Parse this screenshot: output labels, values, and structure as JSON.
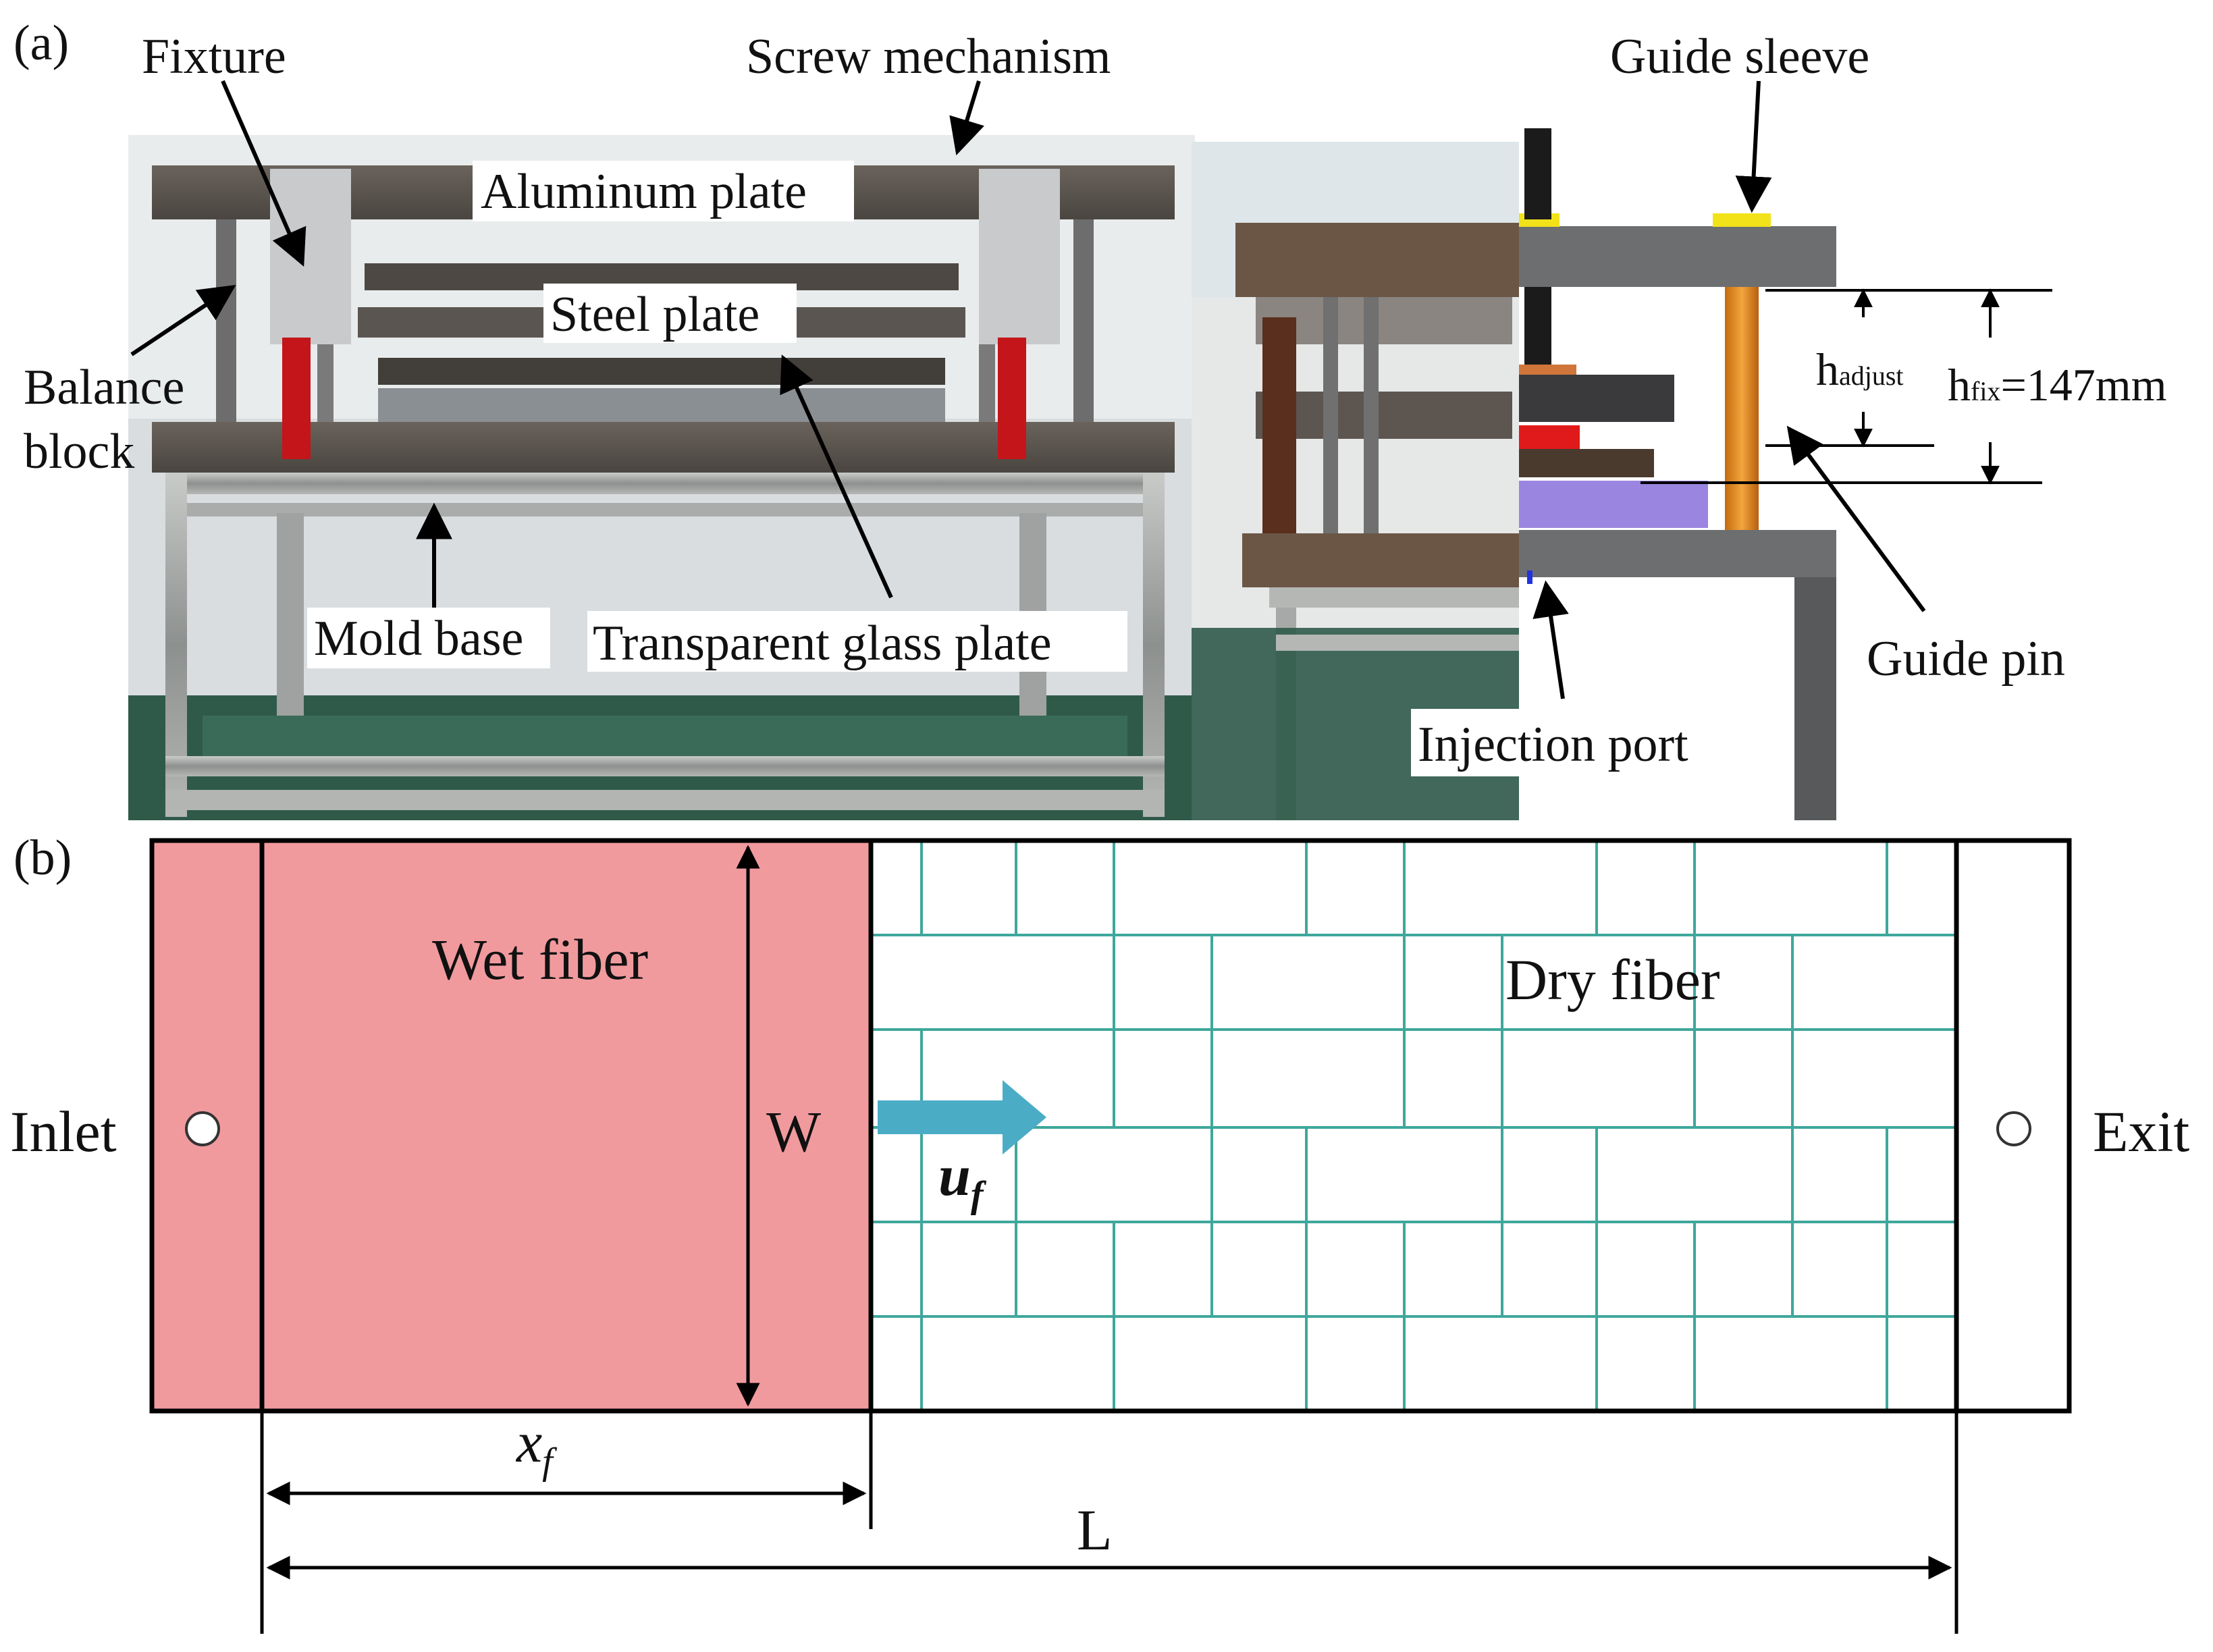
{
  "panel_a": {
    "tag": "(a)",
    "labels": {
      "fixture": "Fixture",
      "screw_mechanism": "Screw mechanism",
      "guide_sleeve": "Guide sleeve",
      "aluminum_plate": "Aluminum plate",
      "steel_plate": "Steel plate",
      "balance_block_line1": "Balance",
      "balance_block_line2": "block",
      "mold_base": "Mold base",
      "transparent_glass_plate": "Transparent glass plate",
      "h_adjust_main": "h",
      "h_adjust_sub": "adjust",
      "h_fix_main": "h",
      "h_fix_sub": "fix",
      "h_fix_value": "=147mm",
      "guide_pin": "Guide pin",
      "injection_port": "Injection port"
    }
  },
  "panel_b": {
    "tag": "(b)",
    "labels": {
      "inlet": "Inlet",
      "exit": "Exit",
      "wet_fiber": "Wet fiber",
      "dry_fiber": "Dry fiber",
      "width": "W",
      "flow_front_main": "x",
      "flow_front_sub": "f",
      "length": "L",
      "velocity_main": "u",
      "velocity_sub": "f"
    },
    "colors": {
      "wet_fiber": "#f19a9e",
      "dry_fiber_grid": "#3fa79c",
      "flow_arrow": "#4bacc6"
    }
  }
}
